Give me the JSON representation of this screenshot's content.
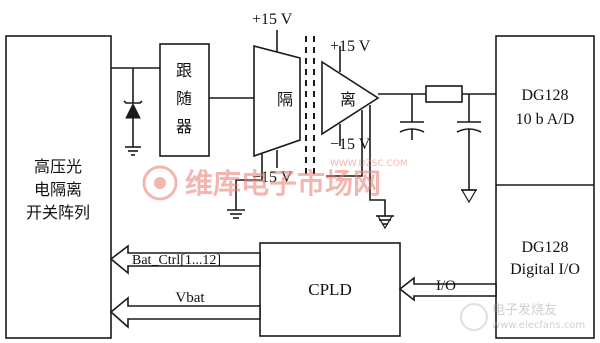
{
  "blocks": {
    "hv_switch_array": [
      "高压光",
      "电隔离",
      "开关阵列"
    ],
    "follower": [
      "跟",
      "随",
      "器"
    ],
    "isolation_left": "隔",
    "isolation_right": "离",
    "dg128_ad": [
      "DG128",
      "10 b A/D"
    ],
    "dg128_io": [
      "DG128",
      "Digital I/O"
    ],
    "cpld": "CPLD"
  },
  "supplies": {
    "iso_top": "+15 V",
    "amp_top": "+15 V",
    "amp_bottom": "−15 V",
    "iso_bottom": "−15 V"
  },
  "signals": {
    "bat_ctrl": "Bat_Ctrl[1...12]",
    "vbat": "Vbat",
    "io": "I/O"
  },
  "watermark": {
    "brand": "维库电子市场网",
    "url": "WWW.DZSC.COM",
    "bottom_brand": "电子发烧友",
    "bottom_url": "www.elecfans.com",
    "color": "#e8796f"
  }
}
